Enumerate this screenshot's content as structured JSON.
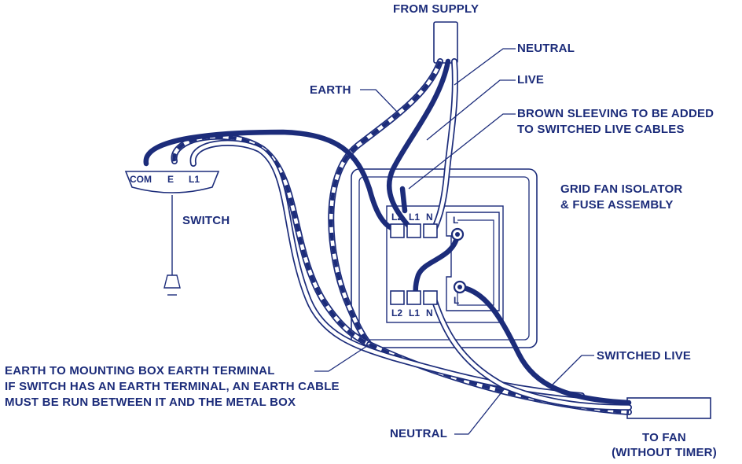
{
  "colors": {
    "ink": "#1c2c7a",
    "background": "#ffffff"
  },
  "labels": {
    "from_supply": "FROM SUPPLY",
    "neutral_top": "NEUTRAL",
    "live_top": "LIVE",
    "earth_top": "EARTH",
    "brown_sleeving_line1": "BROWN SLEEVING TO BE ADDED",
    "brown_sleeving_line2": "TO SWITCHED LIVE CABLES",
    "isolator_line1": "GRID FAN ISOLATOR",
    "isolator_line2": "& FUSE ASSEMBLY",
    "switch": "SWITCH",
    "switched_live": "SWITCHED LIVE",
    "earth_note_line1": "EARTH TO MOUNTING BOX EARTH TERMINAL",
    "earth_note_line2": "IF SWITCH HAS AN EARTH TERMINAL, AN EARTH CABLE",
    "earth_note_line3": "MUST BE RUN BETWEEN IT AND THE METAL BOX",
    "neutral_bottom": "NEUTRAL",
    "to_fan_line1": "TO FAN",
    "to_fan_line2": "(WITHOUT TIMER)"
  },
  "switch_terminals": {
    "com": "COM",
    "e": "E",
    "l1": "L1"
  },
  "isolator_terminals": {
    "top_l2": "L2",
    "top_l1": "L1",
    "top_n": "N",
    "top_l": "L",
    "bottom_l2": "L2",
    "bottom_l1": "L1",
    "bottom_n": "N",
    "bottom_l": "L"
  }
}
